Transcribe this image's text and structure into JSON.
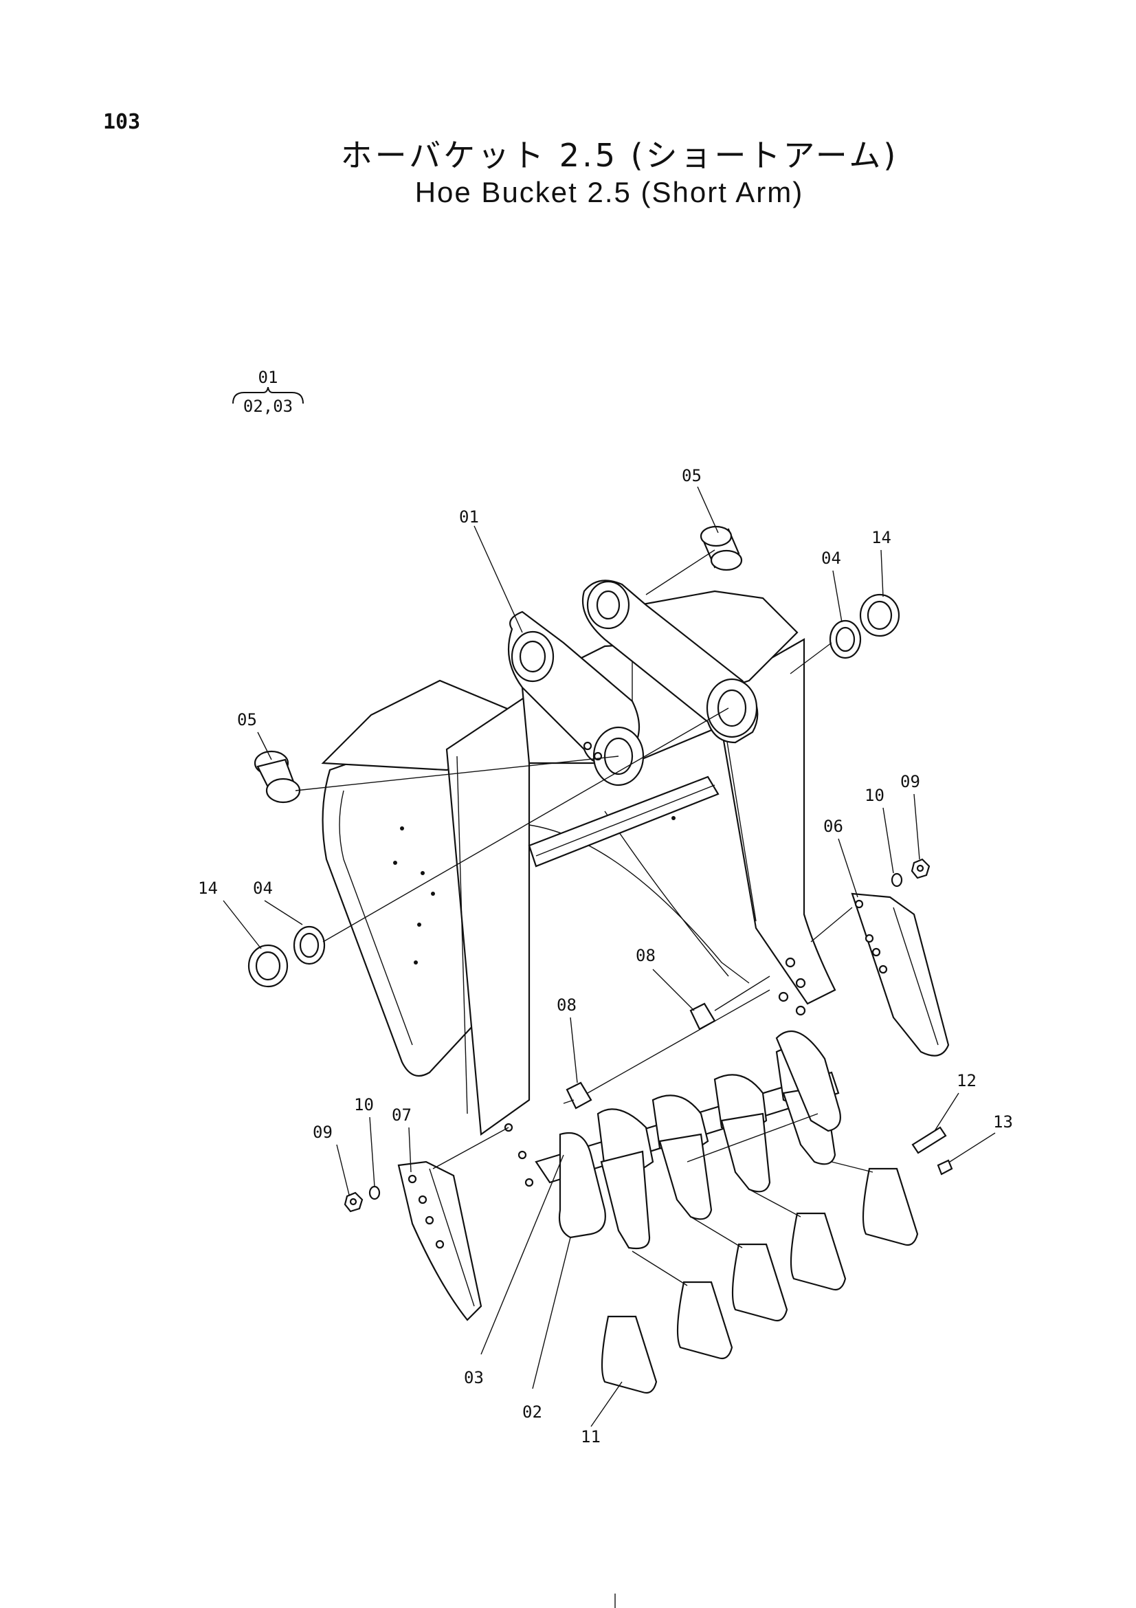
{
  "page_number": "103",
  "title_jp": "ホーバケット 2.5 (ショートアーム)",
  "title_en": "Hoe Bucket 2.5 (Short Arm)",
  "assembly_note": {
    "parent": "01",
    "children": "02,03"
  },
  "callouts": {
    "c01": "01",
    "c02": "02",
    "c03": "03",
    "c04a": "04",
    "c04b": "04",
    "c05a": "05",
    "c05b": "05",
    "c06": "06",
    "c07": "07",
    "c08a": "08",
    "c08b": "08",
    "c09a": "09",
    "c09b": "09",
    "c10a": "10",
    "c10b": "10",
    "c11": "11",
    "c12": "12",
    "c13": "13",
    "c14a": "14",
    "c14b": "14"
  }
}
